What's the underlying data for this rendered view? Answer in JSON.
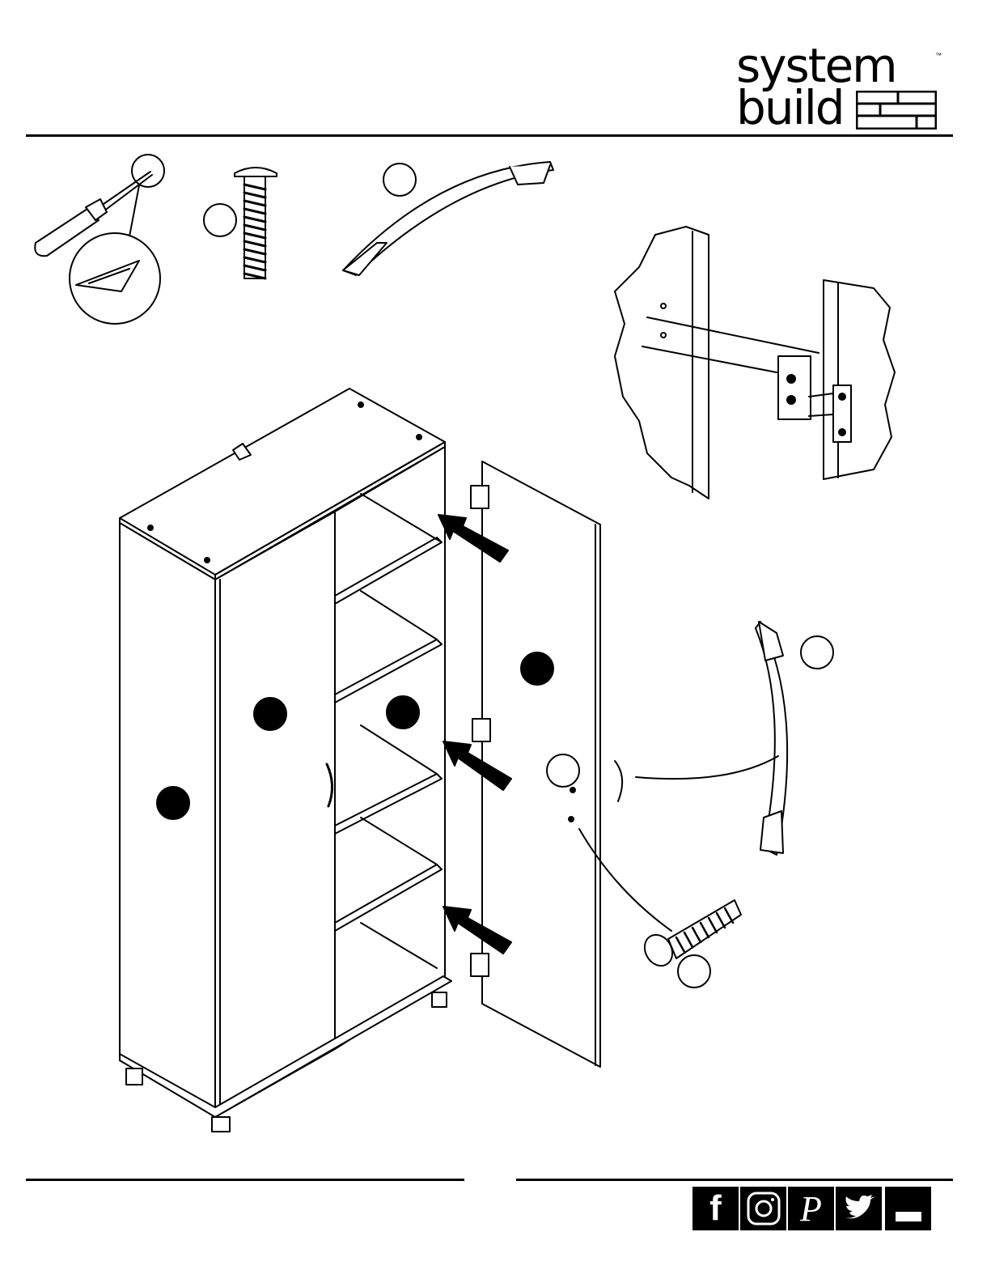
{
  "brand": {
    "line1": "system",
    "line2": "build",
    "trademark": "™"
  },
  "callouts": {
    "screwdriver_tip": "",
    "bolt_part": "",
    "handle_part": "",
    "left_panel": "",
    "left_door": "",
    "center_panel": "",
    "right_door": "",
    "handle_detail": "",
    "screw_location": "",
    "bolt_detail": ""
  },
  "social": {
    "items": [
      {
        "name": "facebook",
        "glyph": "f"
      },
      {
        "name": "instagram",
        "glyph": ""
      },
      {
        "name": "pinterest",
        "glyph": "P"
      },
      {
        "name": "twitter",
        "glyph": ""
      },
      {
        "name": "website",
        "glyph": ""
      }
    ]
  },
  "colors": {
    "ink": "#000000",
    "paper": "#ffffff"
  }
}
